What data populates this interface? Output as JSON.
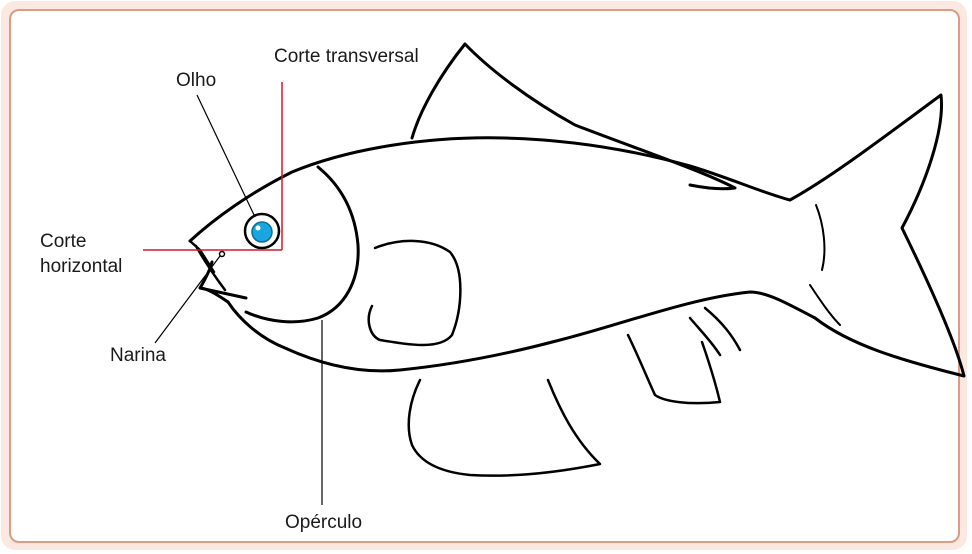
{
  "labels": {
    "cross_section": "Corte transversal",
    "eye": "Olho",
    "horizontal_section": "Corte horizontal",
    "nostril": "Narina",
    "operculum": "Opérculo"
  },
  "colors": {
    "frame_fill": "#fbe9e1",
    "frame_border": "#d89d84",
    "section_line": "#d11a2a",
    "outline": "#000000",
    "eye": "#19a6e0"
  }
}
